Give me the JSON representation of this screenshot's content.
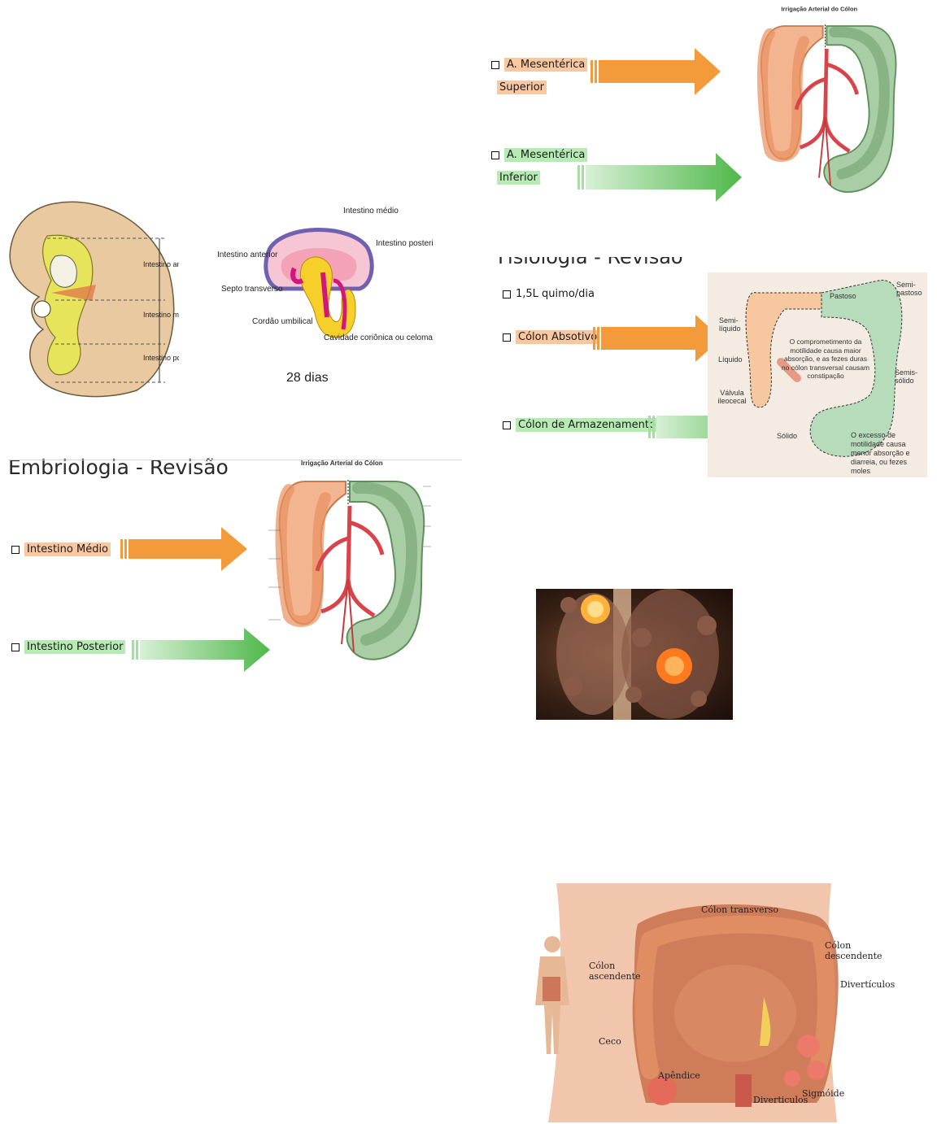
{
  "embryo": {
    "labels": [
      "Intestino anterior",
      "Intestino médio",
      "Intestino posterior"
    ]
  },
  "diagram28": {
    "labels": {
      "medio": "Intestino médio",
      "anterior": "Intestino anterior",
      "posterior": "Intestino posterior",
      "septo": "Septo transverso",
      "cordao": "Cordão umbilical",
      "cavidade": "Cavidade coriônica ou celoma extra-embionário"
    },
    "caption": "28 dias"
  },
  "slide1": {
    "heading": "Embriologia - Revisão",
    "figure_title": "Irrigação Arterial do Cólon",
    "bullets": [
      {
        "text": "Intestino Médio",
        "color": "#f39a3b"
      },
      {
        "text": "Intestino Posterior",
        "color": "#5ec25a"
      }
    ]
  },
  "slide2": {
    "figure_title": "Irrigação Arterial do Cólon",
    "bullets": [
      {
        "line1": "A. Mesentérica",
        "line2": "Superior",
        "color": "#f39a3b"
      },
      {
        "line1": "A. Mesentérica",
        "line2": "Inferior",
        "color": "#5ec25a"
      }
    ]
  },
  "slide3": {
    "heading_fragment": "Fisiologia - Revisão",
    "bullets": [
      {
        "text": "1,5L quimo/dia",
        "color": ""
      },
      {
        "text": "Cólon Absotivo",
        "color": "#f39a3b"
      },
      {
        "text": "Cólon de Armazenamento",
        "color": "#5ec25a"
      }
    ],
    "figure_labels": {
      "pastoso": "Pastoso",
      "semipastoso": "Semi-pastoso",
      "semiliquido": "Semi-líquido",
      "liquido": "Líquido",
      "comprometimento": "O comprometimento da motilidade causa maior absorção, e as fezes duras no cólon transversal causam constipação",
      "semissolido": "Semis-sólido",
      "valvula": "Válvula ileocecal",
      "solido": "Sólido",
      "excesso": "O excesso de motilidade causa menor absorção e diarreia, ou fezes moles"
    }
  },
  "anatomy": {
    "labels": {
      "transverso": "Cólon transverso",
      "ascendente": "Cólon ascendente",
      "descendente": "Cólon descendente",
      "diverticulos": "Divertículos",
      "ceco": "Ceco",
      "apendice": "Apêndice",
      "sigmoide": "Sigmóide",
      "diverticulos2": "Diverticulos"
    }
  },
  "colors": {
    "orange": "#f39a3b",
    "green": "#5ec25a",
    "orange_colon": "#f0a77a",
    "green_colon": "#88b68a"
  }
}
